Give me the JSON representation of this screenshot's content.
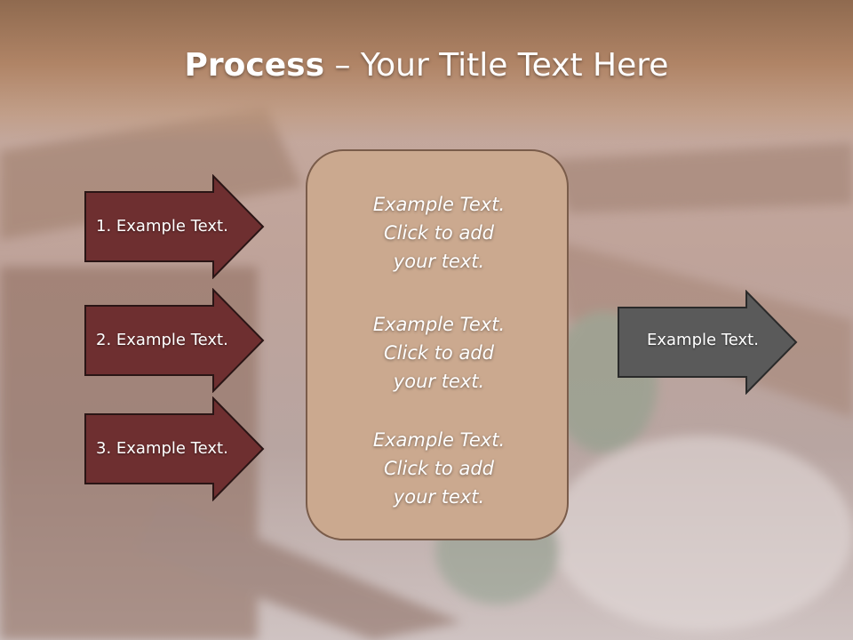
{
  "title": {
    "bold": "Process",
    "rest": " – Your Title Text Here"
  },
  "left_arrows": [
    {
      "label": "1. Example Text."
    },
    {
      "label": "2. Example Text."
    },
    {
      "label": "3. Example Text."
    }
  ],
  "center_box": {
    "blocks": [
      {
        "line1": "Example Text.",
        "line2": "Click  to add",
        "line3": "your text."
      },
      {
        "line1": "Example Text.",
        "line2": "Click  to add",
        "line3": "your text."
      },
      {
        "line1": "Example Text.",
        "line2": "Click  to add",
        "line3": "your text."
      }
    ]
  },
  "right_arrow": {
    "label": "Example Text."
  },
  "colors": {
    "left_arrow_fill": "#6e2f30",
    "right_arrow_fill": "#5a5a5a",
    "center_box_fill": "#cba98f",
    "title_band": "#9a7356"
  }
}
